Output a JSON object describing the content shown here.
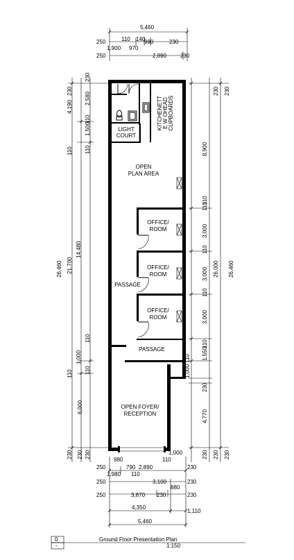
{
  "top_dims": {
    "overall": "5,460",
    "row1": [
      "250",
      "110",
      "140",
      "980",
      "230",
      "1,900",
      "970"
    ],
    "row2": [
      "250",
      "2,890",
      "230"
    ]
  },
  "bottom_dims": {
    "row0": [
      "980",
      "110",
      "1,000"
    ],
    "row1": [
      "250",
      "790",
      "2,890",
      "230",
      "1,980",
      "110"
    ],
    "row2": [
      "250",
      "3,100",
      "230",
      "880"
    ],
    "row3": [
      "250",
      "3,870",
      "230",
      "230"
    ],
    "row4": [
      "4,350",
      "1,110"
    ],
    "overall": "5,460"
  },
  "left_dims": {
    "outer": [
      "230",
      "26,460",
      "230"
    ],
    "mid": [
      "4,190",
      "110",
      "21,700",
      "110",
      "6,000",
      "230"
    ],
    "inner": [
      "230",
      "2,580",
      "110",
      "1,500",
      "110",
      "14,480",
      "110",
      "1,000",
      "110",
      "230"
    ]
  },
  "right_dims": {
    "inner": [
      "110",
      "1,000",
      "110",
      "1,550",
      "110",
      "3,000",
      "110",
      "3,000",
      "110",
      "3,000",
      "110",
      "8,900",
      "230",
      "4,770",
      "230"
    ],
    "mid": [
      "230",
      "26,000",
      "230"
    ],
    "outer": [
      "230",
      "26,460",
      "230"
    ]
  },
  "rooms": {
    "kitchenette": [
      "KITCHENETT",
      "E W OHEAD",
      "CUPBOARDS"
    ],
    "light_court": [
      "LIGHT",
      "COURT"
    ],
    "open_plan": [
      "OPEN",
      "PLAN AREA"
    ],
    "office1": [
      "OFFICE/",
      "ROOM"
    ],
    "office2": [
      "OFFICE/",
      "ROOM"
    ],
    "office3": [
      "OFFICE/",
      "ROOM"
    ],
    "passage_upper": "PASSAGE",
    "passage_lower": "PASSAGE",
    "foyer": [
      "OPEN FOYER/",
      "RECEPTION"
    ]
  },
  "title_block": {
    "rev_top": "0",
    "rev_bottom": "-",
    "title": "Ground Floor Presentation Plan",
    "scale": "1:150"
  }
}
